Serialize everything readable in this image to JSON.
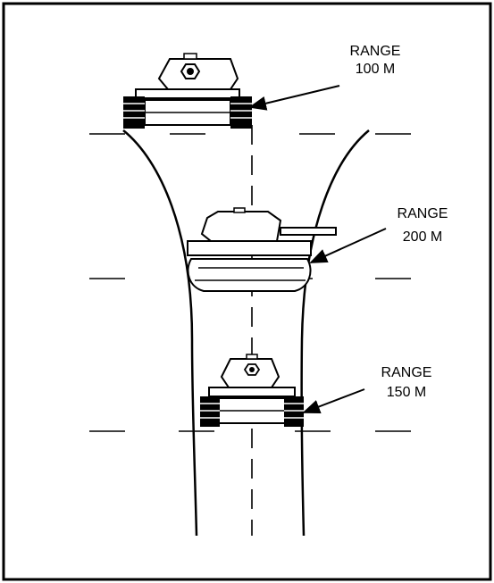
{
  "labels": {
    "range_100": {
      "line1": "RANGE",
      "line2": "100 M"
    },
    "range_200": {
      "line1": "RANGE",
      "line2": "200 M"
    },
    "range_150": {
      "line1": "RANGE",
      "line2": "150 M"
    }
  }
}
